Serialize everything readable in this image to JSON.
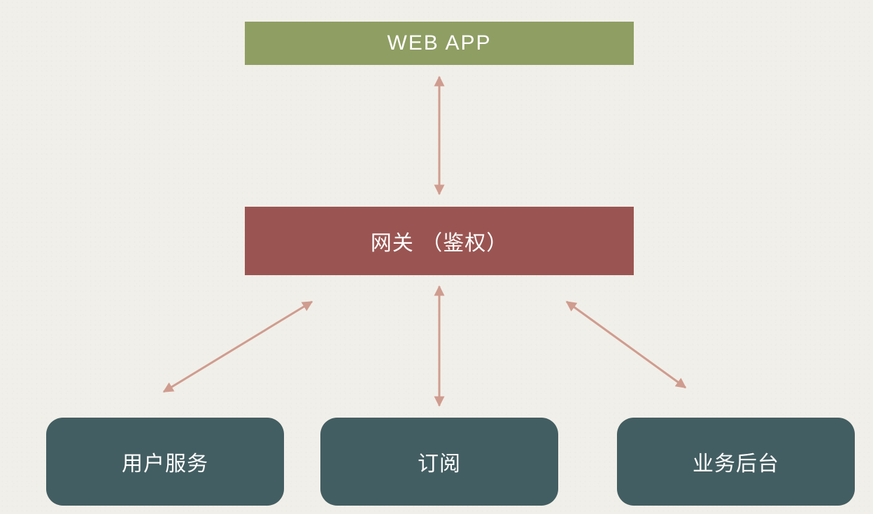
{
  "nodes": {
    "web_app": "WEB APP",
    "gateway": "网关 （鉴权）",
    "user_service": "用户服务",
    "subscription": "订阅",
    "business_admin": "业务后台"
  },
  "colors": {
    "web_app": "#8f9e63",
    "gateway": "#9a5552",
    "service": "#435e62",
    "arrow": "#cf9c8f",
    "background": "#f1efe9"
  },
  "edges": [
    {
      "from": "web_app",
      "to": "gateway",
      "bidirectional": true
    },
    {
      "from": "gateway",
      "to": "user_service",
      "bidirectional": true
    },
    {
      "from": "gateway",
      "to": "subscription",
      "bidirectional": true
    },
    {
      "from": "gateway",
      "to": "business_admin",
      "bidirectional": true
    }
  ]
}
